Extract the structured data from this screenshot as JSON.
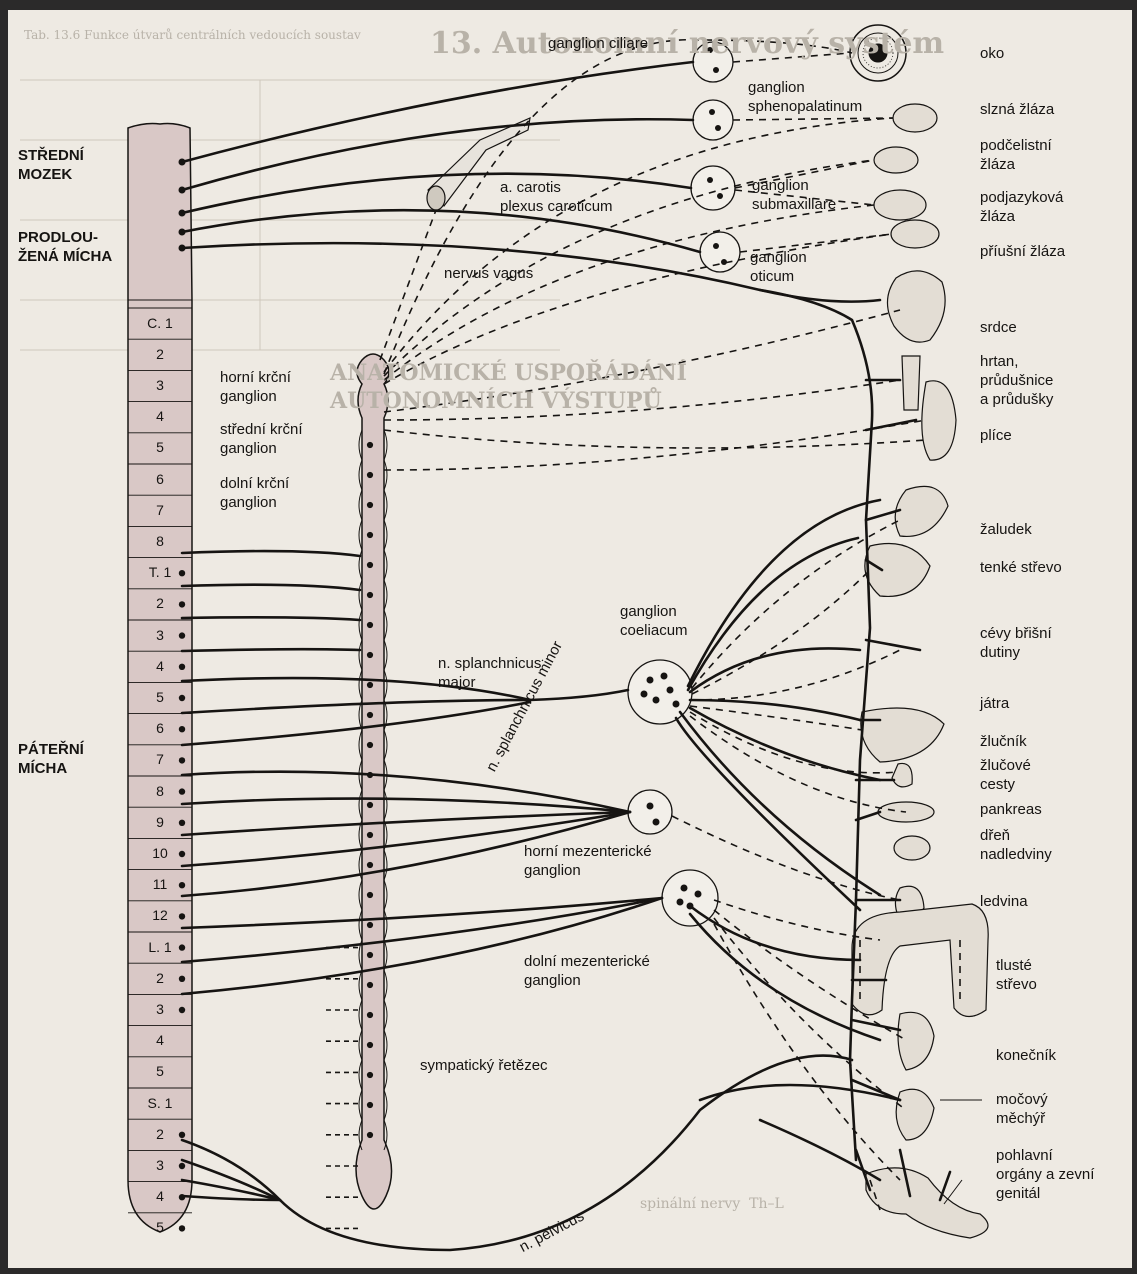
{
  "background_text": {
    "chapter_title": "13. Autonomní nervový systém",
    "table_caption": "Tab. 13.6 Funkce útvarů centrálních vedoucích soustav",
    "section_heading_1": "ANATOMICKÉ USPOŘÁDÁNÍ",
    "section_heading_2": "AUTONOMNÍCH VÝSTUPŮ",
    "figure_caption_fragment": "spinální nervy  Th–L"
  },
  "brain_labels": {
    "stredni_mozek": "STŘEDNÍ\nMOZEK",
    "prodlouzena_micha": "PRODLOU-\nŽENÁ MÍCHA",
    "paterni_micha": "PÁTEŘNÍ\nMÍCHA"
  },
  "spinal_segments": [
    "C. 1",
    "2",
    "3",
    "4",
    "5",
    "6",
    "7",
    "8",
    "T. 1",
    "2",
    "3",
    "4",
    "5",
    "6",
    "7",
    "8",
    "9",
    "10",
    "11",
    "12",
    "L. 1",
    "2",
    "3",
    "4",
    "5",
    "S. 1",
    "2",
    "3",
    "4",
    "5"
  ],
  "ganglia_labels": {
    "ciliare": "ganglion ciliare",
    "sphenopalatinum": "ganglion\nsphenopalatinum",
    "submaxillare": "ganglion\nsubmaxillare",
    "oticum": "ganglion\noticum",
    "carotis": "a. carotis\nplexus caroticum",
    "vagus": "nervus vagus",
    "horni_krcni": "horní krční\nganglion",
    "stredni_krcni": "střední krční\nganglion",
    "dolni_krcni": "dolní krční\nganglion",
    "coeliacum": "ganglion\ncoeliacum",
    "splanchnicus_major": "n. splanchnicus\nmajor",
    "splanchnicus_minor": "n. splanchnicus minor",
    "horni_mezenterice": "horní mezenterické\nganglion",
    "dolni_mezenterice": "dolní mezenterické\nganglion",
    "sympaticky_retezec": "sympatický řetězec",
    "pelvicus": "n. pelvicus"
  },
  "organs": {
    "oko": "oko",
    "slzna": "slzná žláza",
    "podcelistni": "podčelistní\nžláza",
    "podjazykova": "podjazyková\nžláza",
    "prusni": "příušní žláza",
    "srdce": "srdce",
    "hrtan": "hrtan,\nprůdušnice\na průdušky",
    "plice": "plíce",
    "zaludek": "žaludek",
    "tenke": "tenké střevo",
    "cevy": "cévy břišní\ndutiny",
    "jatra": "játra",
    "zlucnik": "žlučník",
    "zlucove": "žlučové\ncesty",
    "pankreas": "pankreas",
    "dren": "dřeň\nnadledviny",
    "ledvina": "ledvina",
    "tluste": "tlusté\nstřevo",
    "konecnik": "konečník",
    "mocovy": "močový\nměchýř",
    "pohlavni": "pohlavní\norgány a zevní\ngenitál"
  },
  "colors": {
    "paper": "#f2efe9",
    "cord_fill": "#d9c8c6",
    "ink": "#161412",
    "ghost": "#b8b2a8"
  }
}
